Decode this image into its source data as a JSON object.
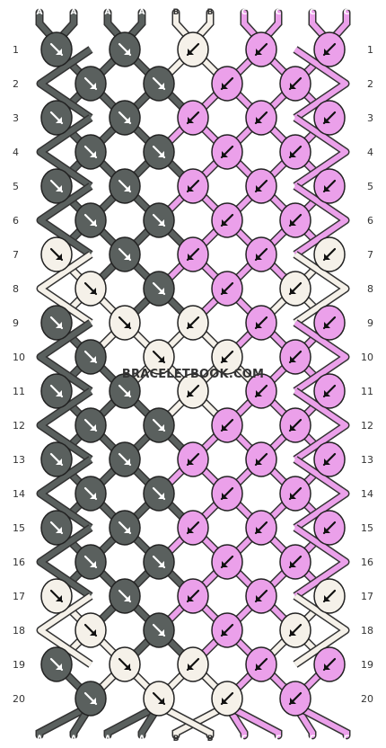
{
  "watermark": "BRACELETBOOK.COM",
  "colors": {
    "A": "#5a605e",
    "B": "#f5f1e9",
    "C": "#eba0ea"
  },
  "strands_top": [
    "A",
    "A",
    "A",
    "A",
    "B",
    "B",
    "C",
    "C",
    "C",
    "C"
  ],
  "strands_bottom": [
    "A",
    "A",
    "A",
    "A",
    "B",
    "B",
    "C",
    "C",
    "C",
    "C"
  ],
  "rows": [
    {
      "label": "1",
      "knots": [
        {
          "c": "A",
          "d": "se"
        },
        {
          "c": "A",
          "d": "se"
        },
        {
          "c": "B",
          "d": "sw"
        },
        {
          "c": "C",
          "d": "sw"
        },
        {
          "c": "C",
          "d": "sw"
        }
      ]
    },
    {
      "label": "2",
      "knots": [
        {
          "c": "A",
          "d": "se"
        },
        {
          "c": "A",
          "d": "se"
        },
        {
          "c": "C",
          "d": "sw"
        },
        {
          "c": "C",
          "d": "sw"
        }
      ]
    },
    {
      "label": "3",
      "knots": [
        {
          "c": "A",
          "d": "se"
        },
        {
          "c": "A",
          "d": "se"
        },
        {
          "c": "C",
          "d": "sw"
        },
        {
          "c": "C",
          "d": "sw"
        },
        {
          "c": "C",
          "d": "sw"
        }
      ]
    },
    {
      "label": "4",
      "knots": [
        {
          "c": "A",
          "d": "se"
        },
        {
          "c": "A",
          "d": "se"
        },
        {
          "c": "C",
          "d": "sw"
        },
        {
          "c": "C",
          "d": "sw"
        }
      ]
    },
    {
      "label": "5",
      "knots": [
        {
          "c": "A",
          "d": "se"
        },
        {
          "c": "A",
          "d": "se"
        },
        {
          "c": "C",
          "d": "sw"
        },
        {
          "c": "C",
          "d": "sw"
        },
        {
          "c": "C",
          "d": "sw"
        }
      ]
    },
    {
      "label": "6",
      "knots": [
        {
          "c": "A",
          "d": "se"
        },
        {
          "c": "A",
          "d": "se"
        },
        {
          "c": "C",
          "d": "sw"
        },
        {
          "c": "C",
          "d": "sw"
        }
      ]
    },
    {
      "label": "7",
      "knots": [
        {
          "c": "B",
          "d": "se"
        },
        {
          "c": "A",
          "d": "se"
        },
        {
          "c": "C",
          "d": "sw"
        },
        {
          "c": "C",
          "d": "sw"
        },
        {
          "c": "B",
          "d": "sw"
        }
      ]
    },
    {
      "label": "8",
      "knots": [
        {
          "c": "B",
          "d": "se"
        },
        {
          "c": "A",
          "d": "se"
        },
        {
          "c": "C",
          "d": "sw"
        },
        {
          "c": "B",
          "d": "sw"
        }
      ]
    },
    {
      "label": "9",
      "knots": [
        {
          "c": "A",
          "d": "se"
        },
        {
          "c": "B",
          "d": "se"
        },
        {
          "c": "B",
          "d": "sw"
        },
        {
          "c": "C",
          "d": "sw"
        },
        {
          "c": "C",
          "d": "sw"
        }
      ]
    },
    {
      "label": "10",
      "knots": [
        {
          "c": "A",
          "d": "se"
        },
        {
          "c": "B",
          "d": "se"
        },
        {
          "c": "B",
          "d": "sw"
        },
        {
          "c": "C",
          "d": "sw"
        }
      ]
    },
    {
      "label": "11",
      "knots": [
        {
          "c": "A",
          "d": "se"
        },
        {
          "c": "A",
          "d": "se"
        },
        {
          "c": "B",
          "d": "sw"
        },
        {
          "c": "C",
          "d": "sw"
        },
        {
          "c": "C",
          "d": "sw"
        }
      ]
    },
    {
      "label": "12",
      "knots": [
        {
          "c": "A",
          "d": "se"
        },
        {
          "c": "A",
          "d": "se"
        },
        {
          "c": "C",
          "d": "sw"
        },
        {
          "c": "C",
          "d": "sw"
        }
      ]
    },
    {
      "label": "13",
      "knots": [
        {
          "c": "A",
          "d": "se"
        },
        {
          "c": "A",
          "d": "se"
        },
        {
          "c": "C",
          "d": "sw"
        },
        {
          "c": "C",
          "d": "sw"
        },
        {
          "c": "C",
          "d": "sw"
        }
      ]
    },
    {
      "label": "14",
      "knots": [
        {
          "c": "A",
          "d": "se"
        },
        {
          "c": "A",
          "d": "se"
        },
        {
          "c": "C",
          "d": "sw"
        },
        {
          "c": "C",
          "d": "sw"
        }
      ]
    },
    {
      "label": "15",
      "knots": [
        {
          "c": "A",
          "d": "se"
        },
        {
          "c": "A",
          "d": "se"
        },
        {
          "c": "C",
          "d": "sw"
        },
        {
          "c": "C",
          "d": "sw"
        },
        {
          "c": "C",
          "d": "sw"
        }
      ]
    },
    {
      "label": "16",
      "knots": [
        {
          "c": "A",
          "d": "se"
        },
        {
          "c": "A",
          "d": "se"
        },
        {
          "c": "C",
          "d": "sw"
        },
        {
          "c": "C",
          "d": "sw"
        }
      ]
    },
    {
      "label": "17",
      "knots": [
        {
          "c": "B",
          "d": "se"
        },
        {
          "c": "A",
          "d": "se"
        },
        {
          "c": "C",
          "d": "sw"
        },
        {
          "c": "C",
          "d": "sw"
        },
        {
          "c": "B",
          "d": "sw"
        }
      ]
    },
    {
      "label": "18",
      "knots": [
        {
          "c": "B",
          "d": "se"
        },
        {
          "c": "A",
          "d": "se"
        },
        {
          "c": "C",
          "d": "sw"
        },
        {
          "c": "B",
          "d": "sw"
        }
      ]
    },
    {
      "label": "19",
      "knots": [
        {
          "c": "A",
          "d": "se"
        },
        {
          "c": "B",
          "d": "se"
        },
        {
          "c": "B",
          "d": "sw"
        },
        {
          "c": "C",
          "d": "sw"
        },
        {
          "c": "C",
          "d": "sw"
        }
      ]
    },
    {
      "label": "20",
      "knots": [
        {
          "c": "A",
          "d": "se"
        },
        {
          "c": "B",
          "d": "se"
        },
        {
          "c": "B",
          "d": "sw"
        },
        {
          "c": "C",
          "d": "sw"
        }
      ]
    }
  ]
}
